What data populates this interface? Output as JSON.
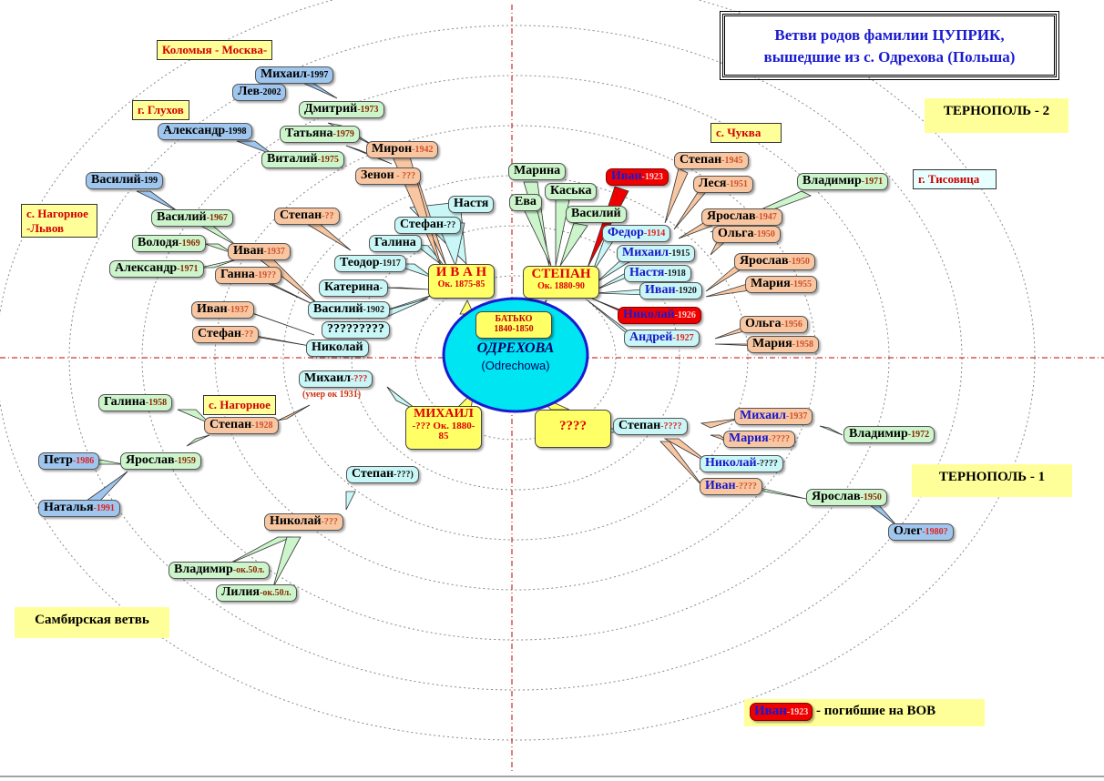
{
  "title": {
    "line1": "Ветви  родов фамилии ЦУПРИК,",
    "line2": "вышедшие из с. Одрехова (Польша)"
  },
  "center": {
    "name": "ОДРЕХОВА",
    "latin": "(Odrechowa)",
    "batko_name": "БАТЬКО",
    "batko_years": "1840-1850"
  },
  "sons": {
    "ivan_name": "И В А Н",
    "ivan_years": "Ок. 1875-85",
    "stepan_name": "СТЕПАН",
    "stepan_years": "Ок. 1880-90",
    "mikhail_name": "МИХАИЛ",
    "mikhail_years": "-??? Ок. 1880-85",
    "unknown": "????"
  },
  "places": {
    "kolomyya": "Коломыя - Москва-",
    "glukhov": "г. Глухов",
    "nagornoe_lvov_1": "с. Нагорное",
    "nagornoe_lvov_2": "-Львов",
    "chukva": "с. Чуква",
    "tysovitsa": "г. Тисовица",
    "nagornoe": "с. Нагорное"
  },
  "regions": {
    "ternopol2": "ТЕРНОПОЛЬ - 2",
    "ternopol1": "ТЕРНОПОЛЬ - 1",
    "sambir": "Самбирская ветвь"
  },
  "legend": {
    "name": "Иван",
    "year": "-1923",
    "text": " - погибшие на ВОВ"
  },
  "colors": {
    "green_node": "#ccf5cc",
    "orange_node": "#f8c7a2",
    "cyan_node": "#c9f6f6",
    "blue_node": "#9fc6ee",
    "red_node": "#ee0000",
    "yellow_node": "#ffff66",
    "center_fill": "#00e5f2",
    "center_stroke": "#1a1ad0"
  },
  "people": [
    {
      "id": "mikhail1997",
      "name": "Михаил",
      "year": "-1997"
    },
    {
      "id": "lev2002",
      "name": "Лев",
      "year": "-2002"
    },
    {
      "id": "dmitriy1973",
      "name": "Дмитрий",
      "year": "-1973"
    },
    {
      "id": "tatyana1979",
      "name": "Татьяна",
      "year": "-1979"
    },
    {
      "id": "miron1942",
      "name": "Мирон",
      "year": "-1942"
    },
    {
      "id": "aleksandr1998",
      "name": "Александр",
      "year": "-1998"
    },
    {
      "id": "vitaliy1975",
      "name": "Виталий",
      "year": "-1975"
    },
    {
      "id": "zenon",
      "name": "Зенон",
      "year": " - ???"
    },
    {
      "id": "vasiliy199",
      "name": "Василий",
      "year": "-199"
    },
    {
      "id": "nastya_i",
      "name": "Настя",
      "year": ""
    },
    {
      "id": "stefan_i",
      "name": "Стефан",
      "year": "-??"
    },
    {
      "id": "stepan_i",
      "name": "Степан",
      "year": "-??"
    },
    {
      "id": "vasiliy1967",
      "name": "Василий",
      "year": "-1967"
    },
    {
      "id": "galina_i",
      "name": "Галина",
      "year": ""
    },
    {
      "id": "volodya1969",
      "name": "Володя",
      "year": "-1969"
    },
    {
      "id": "ivan1937a",
      "name": "Иван",
      "year": "-1937"
    },
    {
      "id": "teodor1917",
      "name": "Теодор",
      "year": "-1917"
    },
    {
      "id": "aleksandr1971",
      "name": "Александр",
      "year": "-1971"
    },
    {
      "id": "ganna",
      "name": "Ганна",
      "year": "-19??"
    },
    {
      "id": "katerina",
      "name": "Катерина",
      "year": "-"
    },
    {
      "id": "ivan1937b",
      "name": "Иван",
      "year": "-1937"
    },
    {
      "id": "vasiliy1902",
      "name": "Василий",
      "year": "-1902"
    },
    {
      "id": "qqq",
      "name": "?????????",
      "year": ""
    },
    {
      "id": "stefan_q",
      "name": "Стефан",
      "year": "-??"
    },
    {
      "id": "nikolay_i",
      "name": "Николай",
      "year": ""
    },
    {
      "id": "marina",
      "name": "Марина",
      "year": ""
    },
    {
      "id": "eva",
      "name": "Ева",
      "year": ""
    },
    {
      "id": "kaska",
      "name": "Каська",
      "year": ""
    },
    {
      "id": "vasiliy_s",
      "name": "Василий",
      "year": ""
    },
    {
      "id": "ivan1923",
      "name": "Иван",
      "year": "-1923"
    },
    {
      "id": "stepan1945",
      "name": "Степан",
      "year": "-1945"
    },
    {
      "id": "lesya1951",
      "name": "Леся",
      "year": "-1951"
    },
    {
      "id": "vladimir1971",
      "name": "Владимир",
      "year": "-1971"
    },
    {
      "id": "fedor1914",
      "name": "Федор",
      "year": "-1914"
    },
    {
      "id": "yaroslav1947",
      "name": "Ярослав",
      "year": "-1947"
    },
    {
      "id": "olga1950",
      "name": "Ольга",
      "year": "-1950"
    },
    {
      "id": "mikhail1915",
      "name": "Михаил",
      "year": "-1915"
    },
    {
      "id": "nastya1918",
      "name": "Настя",
      "year": "-1918"
    },
    {
      "id": "yaroslav1950a",
      "name": "Ярослав",
      "year": "-1950"
    },
    {
      "id": "ivan1920",
      "name": "Иван",
      "year": "-1920"
    },
    {
      "id": "mariya1955",
      "name": "Мария",
      "year": "-1955"
    },
    {
      "id": "nikolay1926",
      "name": "Николай",
      "year": "-1926"
    },
    {
      "id": "olga1956",
      "name": "Ольга",
      "year": "-1956"
    },
    {
      "id": "andrey1927",
      "name": "Андрей",
      "year": "-1927"
    },
    {
      "id": "mariya1958",
      "name": "Мария",
      "year": "-1958"
    },
    {
      "id": "mikhail_m",
      "name": "Михаил",
      "year": "-???"
    },
    {
      "id": "mikhail_m_note",
      "name": "(умер ок 1931)",
      "year": ""
    },
    {
      "id": "galina1958",
      "name": "Галина",
      "year": "-1958"
    },
    {
      "id": "stepan1928",
      "name": "Степан",
      "year": "-1928"
    },
    {
      "id": "petr1986",
      "name": "Петр",
      "year": "-1986"
    },
    {
      "id": "yaroslav1959",
      "name": "Ярослав",
      "year": "-1959"
    },
    {
      "id": "natalya1991",
      "name": "Наталья",
      "year": "-1991"
    },
    {
      "id": "stepan_m",
      "name": "Степан",
      "year": "-???)"
    },
    {
      "id": "nikolay_m",
      "name": "Николай",
      "year": "-???"
    },
    {
      "id": "vladimir50",
      "name": "Владимир",
      "year": "-ок.50л."
    },
    {
      "id": "liliya50",
      "name": "Лилия",
      "year": "-ок.50л."
    },
    {
      "id": "stepan_t1",
      "name": "Степан",
      "year": "-????"
    },
    {
      "id": "mikhail1937",
      "name": "Михаил",
      "year": "-1937"
    },
    {
      "id": "mariya_t1",
      "name": "Мария",
      "year": "-????"
    },
    {
      "id": "vladimir1972",
      "name": "Владимир",
      "year": "-1972"
    },
    {
      "id": "nikolay_t1",
      "name": "Николай",
      "year": "-????"
    },
    {
      "id": "ivan_t1",
      "name": "Иван",
      "year": "-????"
    },
    {
      "id": "yaroslav1950b",
      "name": "Ярослав",
      "year": "-1950"
    },
    {
      "id": "oleg1980",
      "name": "Олег",
      "year": "-1980?"
    }
  ]
}
